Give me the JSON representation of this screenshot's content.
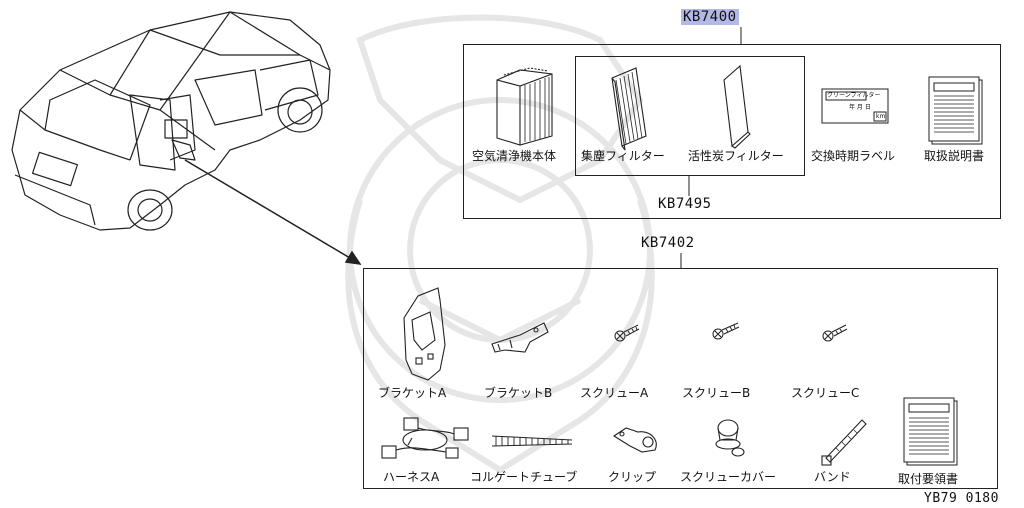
{
  "codes": {
    "main_kit": "KB7400",
    "filter_set": "KB7495",
    "install_kit": "KB7402",
    "diagram_id": "YB79 0180"
  },
  "top_parts": {
    "air_purifier": "空気清浄機本体",
    "dust_filter": "集塵フィルター",
    "carbon_filter": "活性炭フィルター",
    "replace_label": "交換時期ラベル",
    "manual": "取扱説明書"
  },
  "install_parts": {
    "bracket_a": "ブラケットA",
    "bracket_b": "ブラケットB",
    "screw_a": "スクリューA",
    "screw_b": "スクリューB",
    "screw_c": "スクリューC",
    "harness_a": "ハーネスA",
    "corrugated_tube": "コルゲートチューブ",
    "clip": "クリップ",
    "screw_cover": "スクリューカバー",
    "band": "バンド",
    "install_guide": "取付要領書"
  },
  "label_card": {
    "title": "クリーンフィルター",
    "date": "年 月 日",
    "unit": "km"
  },
  "colors": {
    "highlight": "#b4b8e6",
    "line": "#222222"
  }
}
